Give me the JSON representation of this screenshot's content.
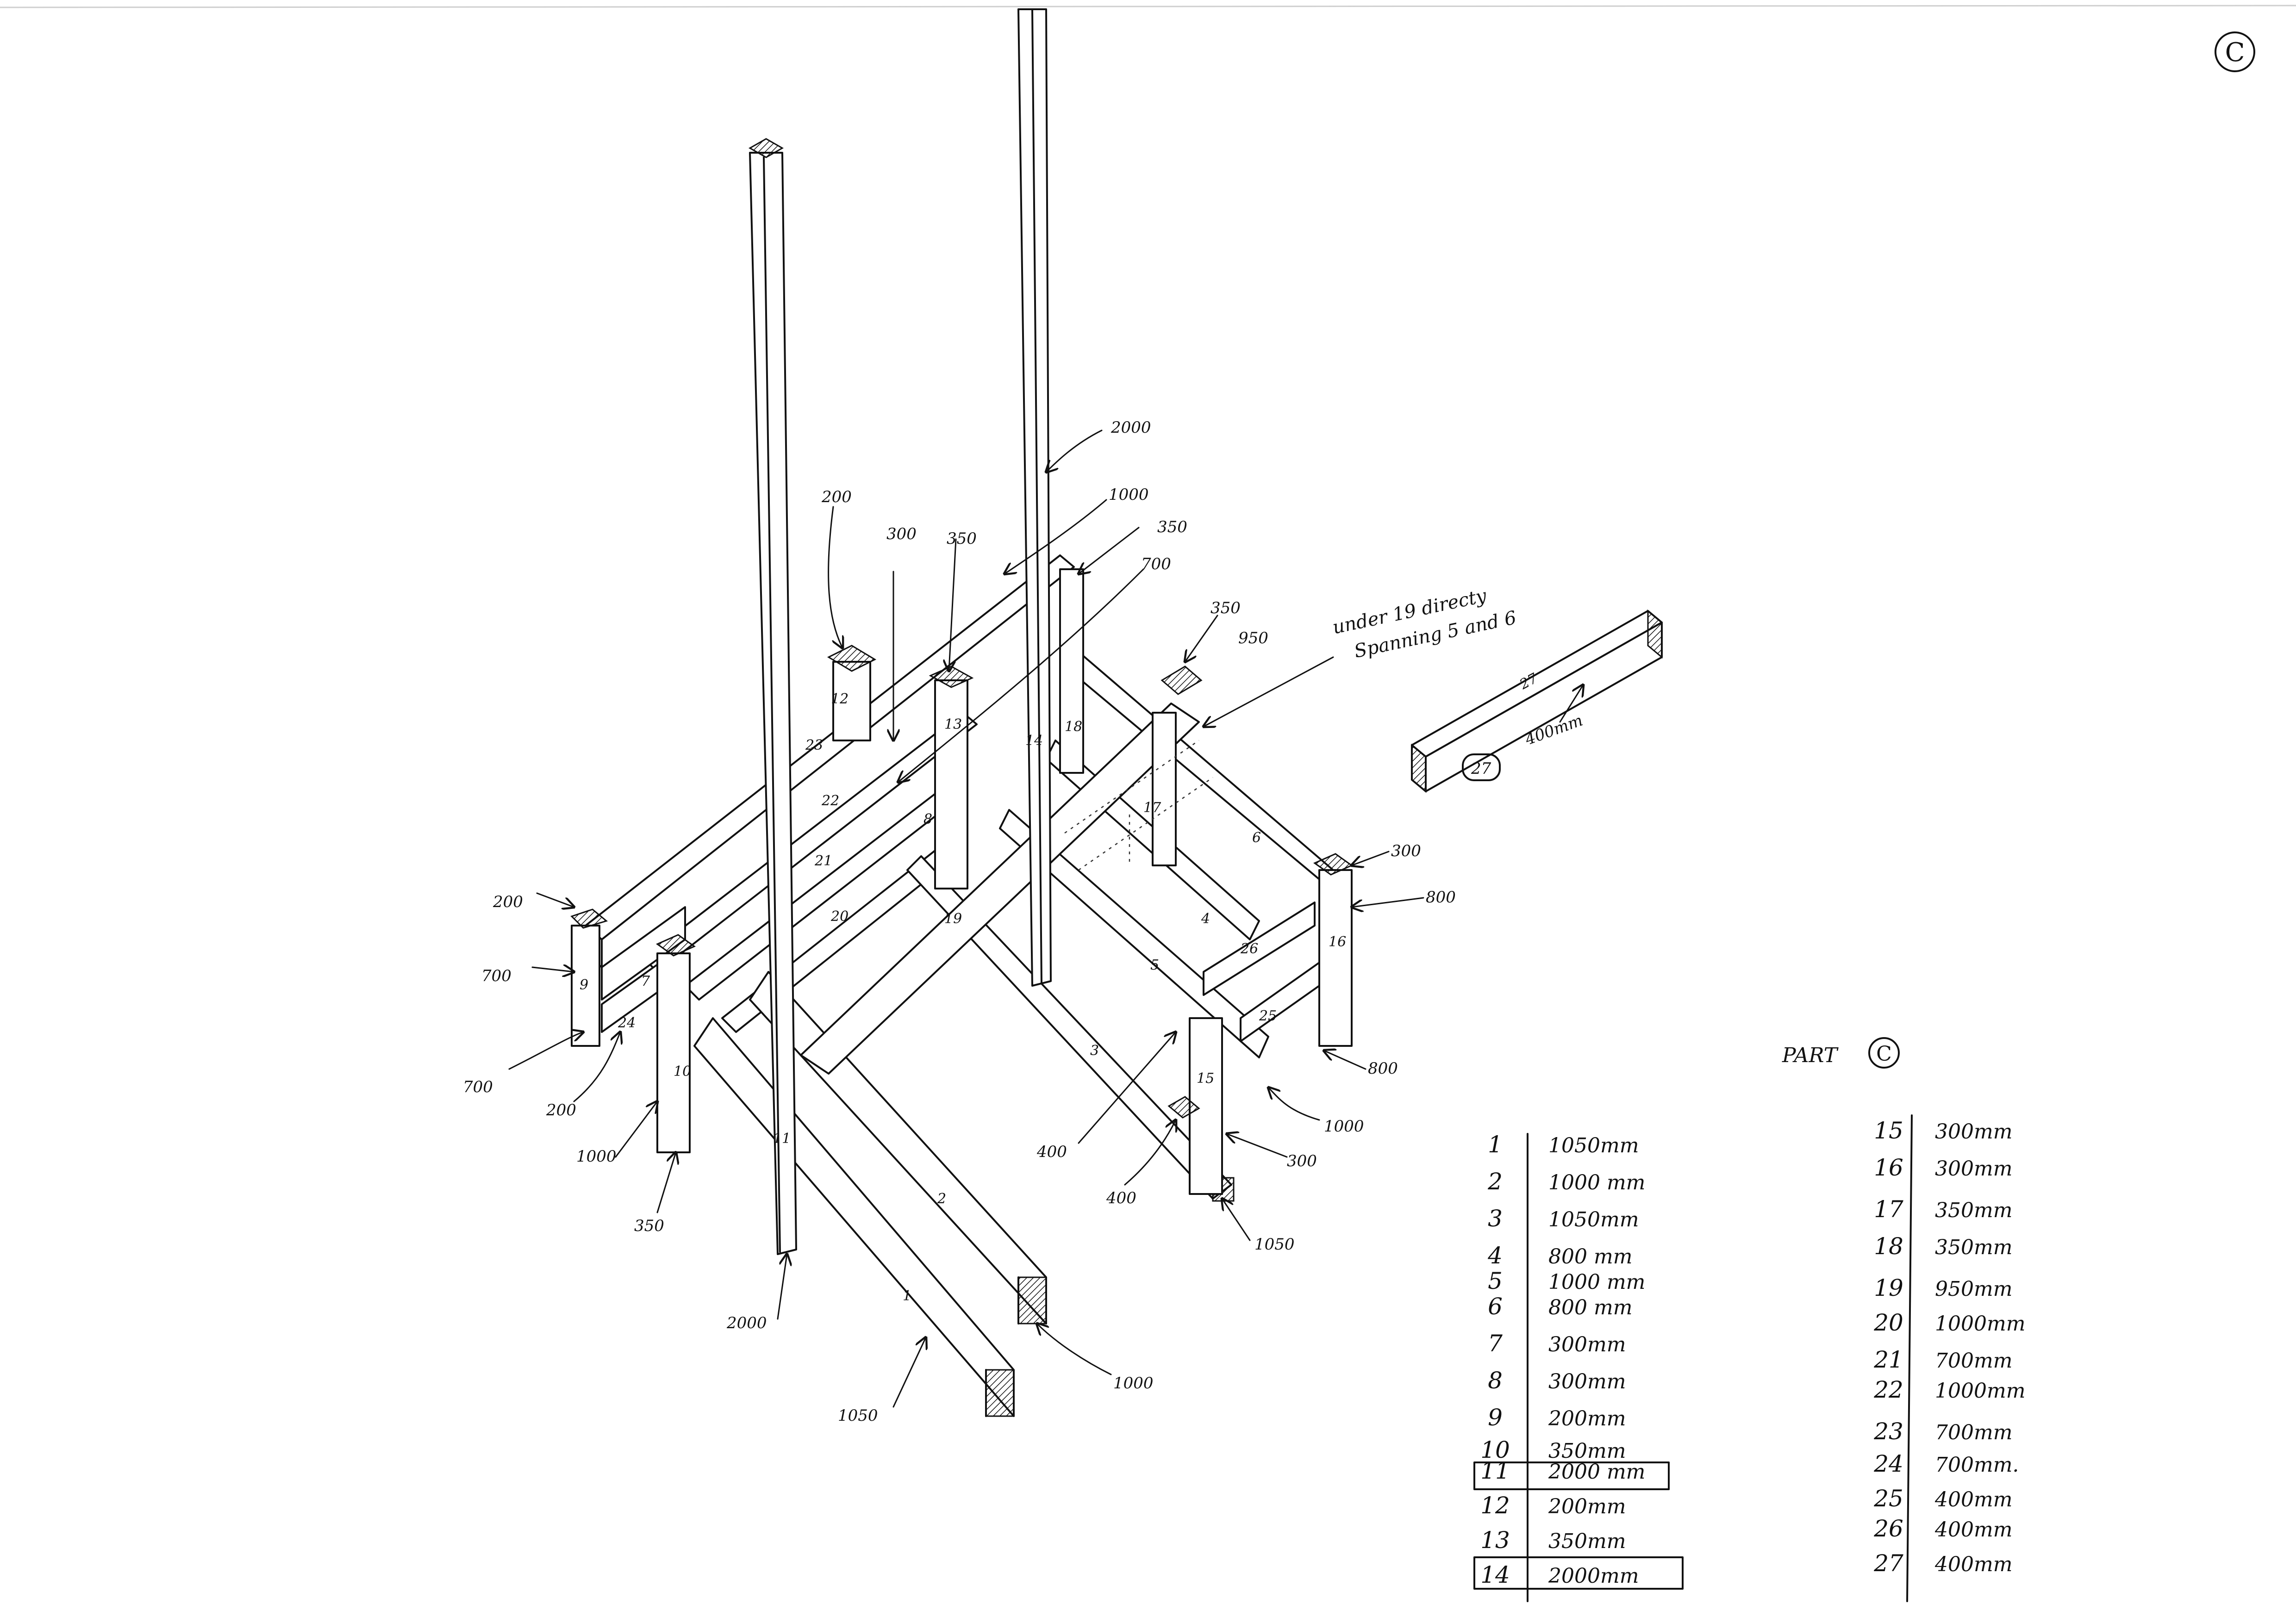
{
  "corner_mark": "C",
  "part_title": "PART",
  "part_letter": "C",
  "note": {
    "line1": "under 19 directy",
    "line2": "Spanning 5 and 6"
  },
  "detail": {
    "member": "27",
    "length": "400mm",
    "circle_label": "27"
  },
  "callouts": [
    {
      "id": "c2000a",
      "text": "2000"
    },
    {
      "id": "c1000a",
      "text": "1000"
    },
    {
      "id": "c350a",
      "text": "350"
    },
    {
      "id": "c700a",
      "text": "700"
    },
    {
      "id": "c350b",
      "text": "350"
    },
    {
      "id": "c950",
      "text": "950"
    },
    {
      "id": "c200a",
      "text": "200"
    },
    {
      "id": "c300a",
      "text": "300"
    },
    {
      "id": "c350c",
      "text": "350"
    },
    {
      "id": "c300b",
      "text": "300"
    },
    {
      "id": "c800a",
      "text": "800"
    },
    {
      "id": "c200b",
      "text": "200"
    },
    {
      "id": "c700b",
      "text": "700"
    },
    {
      "id": "c700c",
      "text": "700"
    },
    {
      "id": "c200c",
      "text": "200"
    },
    {
      "id": "c1000b",
      "text": "1000"
    },
    {
      "id": "c350d",
      "text": "350"
    },
    {
      "id": "c2000b",
      "text": "2000"
    },
    {
      "id": "c1050a",
      "text": "1050"
    },
    {
      "id": "c1000c",
      "text": "1000"
    },
    {
      "id": "c400a",
      "text": "400"
    },
    {
      "id": "c400b",
      "text": "400"
    },
    {
      "id": "c1050b",
      "text": "1050"
    },
    {
      "id": "c300c",
      "text": "300"
    },
    {
      "id": "c1000d",
      "text": "1000"
    },
    {
      "id": "c800b",
      "text": "800"
    }
  ],
  "member_labels": [
    "1",
    "2",
    "3",
    "4",
    "5",
    "6",
    "7",
    "8",
    "9",
    "10",
    "11",
    "12",
    "13",
    "14",
    "15",
    "16",
    "17",
    "18",
    "19",
    "20",
    "21",
    "22",
    "23",
    "24",
    "25",
    "26"
  ],
  "cutting_list": [
    {
      "n": "1",
      "len": "1050mm"
    },
    {
      "n": "2",
      "len": "1000 mm"
    },
    {
      "n": "3",
      "len": "1050mm"
    },
    {
      "n": "4",
      "len": "800 mm"
    },
    {
      "n": "5",
      "len": "1000 mm"
    },
    {
      "n": "6",
      "len": "800 mm"
    },
    {
      "n": "7",
      "len": "300mm"
    },
    {
      "n": "8",
      "len": "300mm"
    },
    {
      "n": "9",
      "len": "200mm"
    },
    {
      "n": "10",
      "len": "350mm"
    },
    {
      "n": "11",
      "len": "2000 mm"
    },
    {
      "n": "12",
      "len": "200mm"
    },
    {
      "n": "13",
      "len": "350mm"
    },
    {
      "n": "14",
      "len": "2000mm"
    },
    {
      "n": "15",
      "len": "300mm"
    },
    {
      "n": "16",
      "len": "300mm"
    },
    {
      "n": "17",
      "len": "350mm"
    },
    {
      "n": "18",
      "len": "350mm"
    },
    {
      "n": "19",
      "len": "950mm"
    },
    {
      "n": "20",
      "len": "1000mm"
    },
    {
      "n": "21",
      "len": "700mm"
    },
    {
      "n": "22",
      "len": "1000mm"
    },
    {
      "n": "23",
      "len": "700mm"
    },
    {
      "n": "24",
      "len": "700mm."
    },
    {
      "n": "25",
      "len": "400mm"
    },
    {
      "n": "26",
      "len": "400mm"
    },
    {
      "n": "27",
      "len": "400mm"
    }
  ]
}
